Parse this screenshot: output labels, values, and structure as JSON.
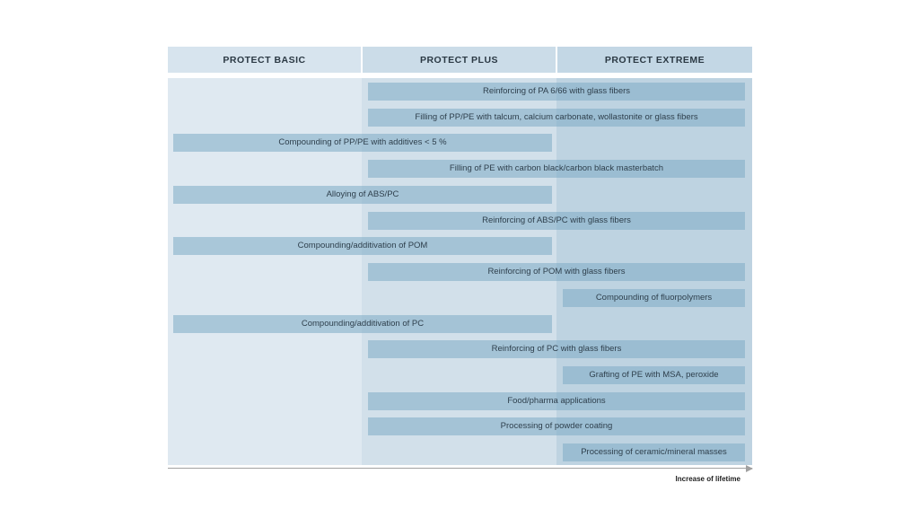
{
  "chart_data": {
    "type": "bar",
    "subtype": "horizontal-span-matrix",
    "orientation": "horizontal",
    "title": "",
    "x_axis_label": "Increase of lifetime",
    "legend": "none",
    "columns": [
      {
        "id": "basic",
        "label": "PROTECT BASIC",
        "header_color": "#d7e4ee",
        "body_color": "#dfe9f1"
      },
      {
        "id": "plus",
        "label": "PROTECT PLUS",
        "header_color": "#cbdce8",
        "body_color": "#d2e0ea"
      },
      {
        "id": "extreme",
        "label": "PROTECT EXTREME",
        "header_color": "#c3d7e5",
        "body_color": "#bed3e1"
      }
    ],
    "bars": [
      {
        "label": "Reinforcing of PA 6/66 with glass fibers",
        "span": [
          "plus",
          "extreme"
        ]
      },
      {
        "label": "Filling of PP/PE with talcum, calcium carbonate, wollastonite or glass fibers",
        "span": [
          "plus",
          "extreme"
        ]
      },
      {
        "label": "Compounding of PP/PE with additives < 5 %",
        "span": [
          "basic",
          "plus"
        ]
      },
      {
        "label": "Filling of PE with carbon black/carbon black masterbatch",
        "span": [
          "plus",
          "extreme"
        ]
      },
      {
        "label": "Alloying of ABS/PC",
        "span": [
          "basic",
          "plus"
        ]
      },
      {
        "label": "Reinforcing of ABS/PC with glass fibers",
        "span": [
          "plus",
          "extreme"
        ]
      },
      {
        "label": "Compounding/additivation of POM",
        "span": [
          "basic",
          "plus"
        ]
      },
      {
        "label": "Reinforcing of POM with glass fibers",
        "span": [
          "plus",
          "extreme"
        ]
      },
      {
        "label": "Compounding of fluorpolymers",
        "span": [
          "extreme"
        ]
      },
      {
        "label": "Compounding/additivation of PC",
        "span": [
          "basic",
          "plus"
        ]
      },
      {
        "label": "Reinforcing of PC with glass fibers",
        "span": [
          "plus",
          "extreme"
        ]
      },
      {
        "label": "Grafting of PE with MSA, peroxide",
        "span": [
          "extreme"
        ]
      },
      {
        "label": "Food/pharma applications",
        "span": [
          "plus",
          "extreme"
        ]
      },
      {
        "label": "Processing of powder coating",
        "span": [
          "plus",
          "extreme"
        ]
      },
      {
        "label": "Processing of ceramic/mineral masses",
        "span": [
          "extreme"
        ]
      }
    ],
    "colors": {
      "page_bg": "#ffffff",
      "bar_fill": "rgba(129,172,199,0.57)",
      "bar_text": "#2e3f4c",
      "header_text": "#2b3944",
      "axis_line": "#a0a0a0",
      "axis_text": "#222222"
    }
  }
}
